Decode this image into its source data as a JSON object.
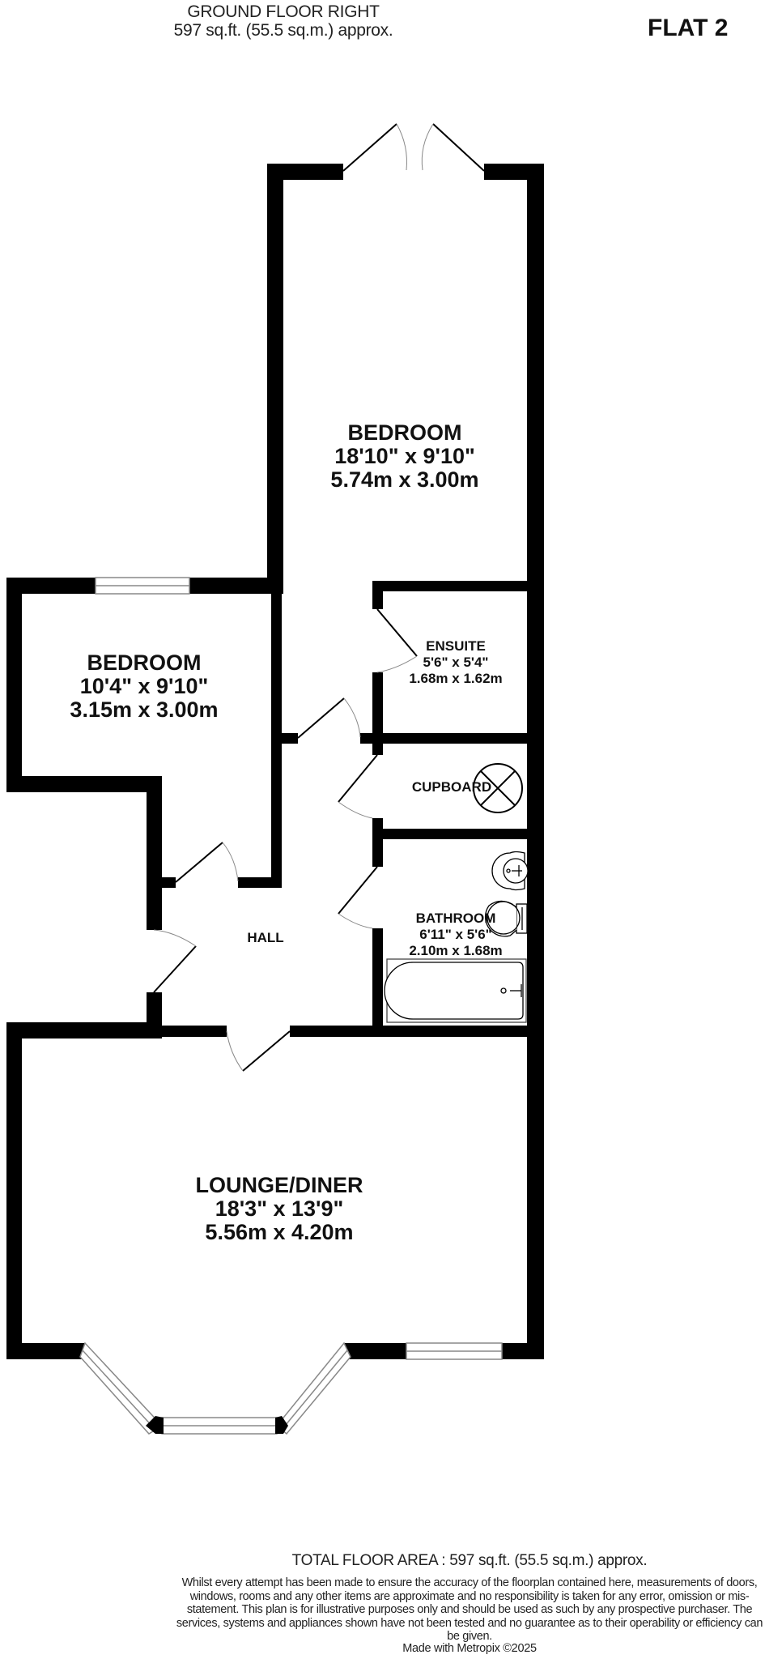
{
  "header": {
    "floor_name": "GROUND FLOOR RIGHT",
    "floor_area": "597 sq.ft. (55.5 sq.m.) approx.",
    "flat_label": "FLAT 2"
  },
  "rooms": {
    "bedroom_main": {
      "name": "BEDROOM",
      "imperial": "18'10\"  x 9'10\"",
      "metric": "5.74m  x 3.00m"
    },
    "bedroom_second": {
      "name": "BEDROOM",
      "imperial": "10'4\"  x 9'10\"",
      "metric": "3.15m  x 3.00m"
    },
    "ensuite": {
      "name": "ENSUITE",
      "imperial": "5'6\"  x 5'4\"",
      "metric": "1.68m  x 1.62m"
    },
    "cupboard": {
      "name": "CUPBOARD"
    },
    "bathroom": {
      "name": "BATHROOM",
      "imperial": "6'11\"  x 5'6\"",
      "metric": "2.10m  x 1.68m"
    },
    "hall": {
      "name": "HALL"
    },
    "lounge": {
      "name": "LOUNGE/DINER",
      "imperial": "18'3\"  x 13'9\"",
      "metric": "5.56m  x 4.20m"
    }
  },
  "fixtures": [
    "french-doors",
    "window",
    "bay-window",
    "boiler-icon",
    "wash-basin",
    "toilet",
    "bath"
  ],
  "footer": {
    "total_area": "TOTAL FLOOR AREA : 597 sq.ft. (55.5 sq.m.) approx.",
    "disclaimer": "Whilst every attempt has been made to ensure the accuracy of the floorplan contained here, measurements of doors, windows, rooms and any other items are approximate and no responsibility is taken for any error, omission or mis-statement. This plan is for illustrative purposes only and should be used as such by any prospective purchaser. The services, systems and appliances shown have not been tested and no guarantee as to their operability or efficiency can be given.",
    "credit": "Made with Metropix ©2025"
  },
  "colors": {
    "wall": "#000000",
    "window_frame": "#888888",
    "background": "#ffffff",
    "text": "#111111"
  }
}
